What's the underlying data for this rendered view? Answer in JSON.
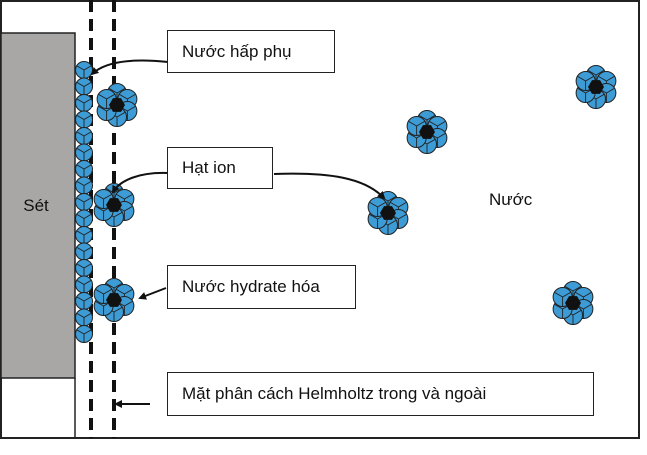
{
  "labels": {
    "clay": "Sét",
    "adsorbed_water": "Nước hấp phụ",
    "ion_particle": "Hạt ion",
    "hydrated_water": "Nước hydrate hóa",
    "water": "Nước",
    "helmholtz_planes": "Mặt phân cách Helmholtz trong và ngoài"
  },
  "colors": {
    "clay_fill": "#a9a6a6",
    "water_molecule": "#3d9bd5",
    "ion_core": "#111111",
    "outline": "#222222"
  },
  "icons": {
    "water_molecule": "water-molecule-icon",
    "ion": "hydrated-ion-cluster-icon"
  }
}
